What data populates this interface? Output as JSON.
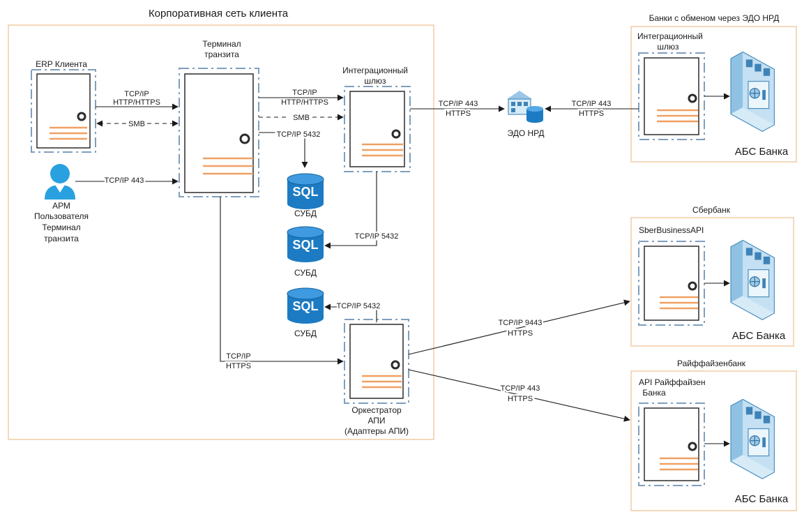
{
  "zones": {
    "corporate": "Корпоративная сеть клиента",
    "nrd_banks": "Банки с обменом через ЭДО НРД",
    "sberbank": "Сбербанк",
    "raiffeisen": "Райффайзенбанк"
  },
  "nodes": {
    "erp": "ERP Клиента",
    "terminal": [
      "Терминал",
      "транзита"
    ],
    "gateway_local": [
      "Интеграционный",
      "шлюз"
    ],
    "user": [
      "АРМ",
      "Пользователя",
      "Терминал",
      "транзита"
    ],
    "dbms_1": "СУБД",
    "dbms_2": "СУБД",
    "dbms_3": "СУБД",
    "orchestrator": [
      "Оркестратор",
      "АПИ",
      "(Адаптеры АПИ)"
    ],
    "edo_nrd": "ЭДО НРД",
    "gateway_bank": [
      "Интеграционный",
      "шлюз"
    ],
    "sber_api": "SberBusinessAPI",
    "raif_api": [
      "API Райффайзен",
      "Банка"
    ],
    "abs_1": "АБС Банка",
    "abs_2": "АБС Банка",
    "abs_3": "АБС Банка",
    "sql_logo": "SQL"
  },
  "links": {
    "erp_terminal": [
      "TCP/IP",
      "HTTP/HTTPS"
    ],
    "erp_terminal_smb": "SMB",
    "user_terminal": "TCP/IP 443",
    "terminal_gateway": [
      "TCP/IP",
      "HTTP/HTTPS"
    ],
    "terminal_gateway_smb": "SMB",
    "terminal_dbms": "TCP/IP 5432",
    "gateway_dbms": "TCP/IP 5432",
    "orchestrator_dbms": "TCP/IP 5432",
    "terminal_orchestrator": [
      "TCP/IP",
      "HTTPS"
    ],
    "gateway_edo": [
      "TCP/IP 443",
      "HTTPS"
    ],
    "bankgw_edo": [
      "TCP/IP 443",
      "HTTPS"
    ],
    "orch_sber": [
      "TCP/IP 9443",
      "HTTPS"
    ],
    "orch_raif": [
      "TCP/IP 443",
      "HTTPS"
    ]
  }
}
